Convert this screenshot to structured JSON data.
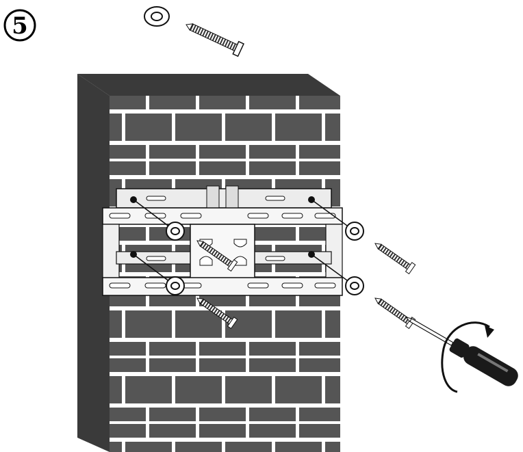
{
  "step": {
    "number": "5"
  },
  "illustration": {
    "subject": "wall-mount-bracket-installation",
    "parts": [
      "brick-wall",
      "mounting-bracket",
      "washer",
      "lag-screw",
      "screwdriver",
      "rotation-arrow"
    ],
    "colors": {
      "wall_shadow": "#3a3a3a",
      "brick": "#555555",
      "mortar": "#ffffff",
      "bracket": "#ececec",
      "outline": "#111111",
      "screwdriver_handle": "#1a1a1a"
    }
  }
}
